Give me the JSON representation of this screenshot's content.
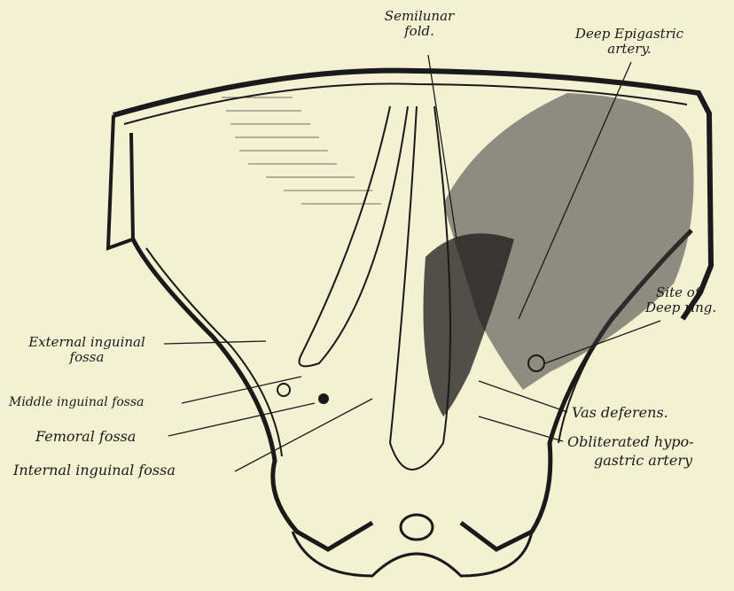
{
  "figure": {
    "background": "#f4f0d2",
    "ink": "#1a1a1a",
    "labels": {
      "semilunar_fold": [
        "Semilunar",
        "fold."
      ],
      "deep_epigastric": [
        "Deep Epigastric",
        "artery."
      ],
      "site_deep_ring": [
        "Site of",
        "Deep ring."
      ],
      "external_inguinal": [
        "External inguinal",
        "fossa"
      ],
      "middle_inguinal": "Middle inguinal fossa",
      "vas_deferens": "Vas deferens.",
      "femoral_fossa": "Femoral fossa",
      "obliterated_hypogastric": [
        "Obliterated hypo-",
        "gastric artery"
      ],
      "internal_inguinal": "Internal inguinal fossa"
    }
  }
}
